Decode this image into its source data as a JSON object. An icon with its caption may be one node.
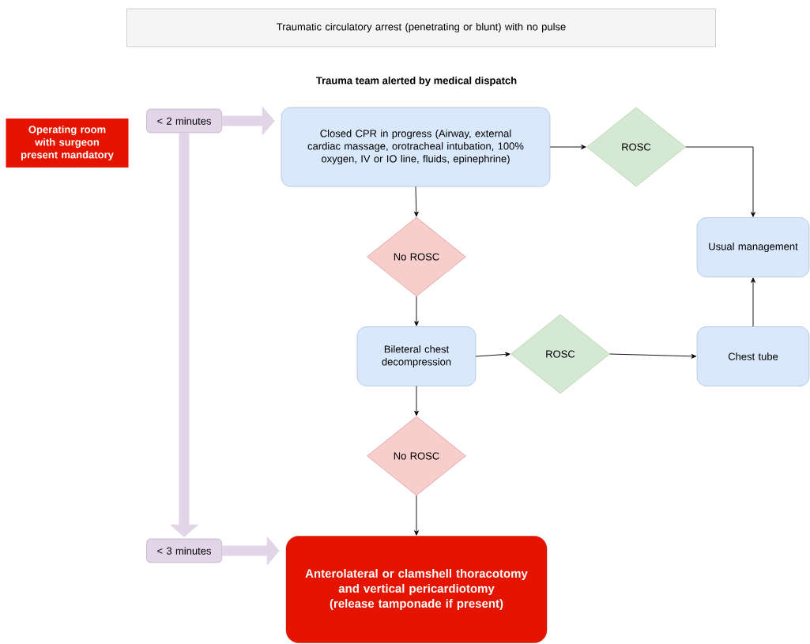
{
  "diagram": {
    "nodes": [
      {
        "text": [
          "Traumatic circulatory arrest (penetrating or blunt) with no pulse"
        ]
      },
      {
        "text": [
          "Operating room with surgeon present mandatory"
        ]
      },
      {
        "text": [
          "< 2 minutes"
        ]
      },
      {
        "text": [
          "Closed CPR in progress (Airway, external cardiac massage, orotracheal intubation, 100% oxygen, IV or IO line, fluids, epinephrine)"
        ]
      },
      {
        "text": [
          "ROSC"
        ]
      },
      {
        "text": [
          "Usual management"
        ]
      },
      {
        "text": [
          "No ROSC"
        ]
      },
      {
        "text": [
          "Bileteral chest decompression"
        ]
      },
      {
        "text": [
          "ROSC"
        ]
      },
      {
        "text": [
          "Chest tube"
        ]
      },
      {
        "text": [
          "No ROSC"
        ]
      },
      {
        "text": [
          "< 3 minutes"
        ]
      },
      {
        "text": [
          "Anterolateral or clamshell thoracotomy and vertical pericardiotomy (release tamponade if present)"
        ]
      }
    ],
    "edges": [
      {
        "from": 2,
        "to": 3,
        "arrow": "to",
        "style": "thick",
        "color": "#e1d5e7"
      },
      {
        "from": 2,
        "to": 11,
        "arrow": "to",
        "style": "thick",
        "color": "#e1d5e7"
      },
      {
        "from": 11,
        "to": 12,
        "arrow": "to",
        "style": "thick",
        "color": "#e1d5e7"
      },
      {
        "from": 3,
        "to": 4,
        "arrow": "to"
      },
      {
        "from": 4,
        "to": 5,
        "arrow": "to"
      },
      {
        "from": 3,
        "to": 6,
        "arrow": "to"
      },
      {
        "from": 6,
        "to": 7,
        "arrow": "to"
      },
      {
        "from": 7,
        "to": 8,
        "arrow": "to"
      },
      {
        "from": 8,
        "to": 9,
        "arrow": "to"
      },
      {
        "from": 9,
        "to": 5,
        "arrow": "to"
      },
      {
        "from": 7,
        "to": 10,
        "arrow": "to"
      },
      {
        "from": 10,
        "to": 12,
        "arrow": "to"
      }
    ],
    "labels": [
      "Trauma team alerted by medical dispatch"
    ]
  }
}
